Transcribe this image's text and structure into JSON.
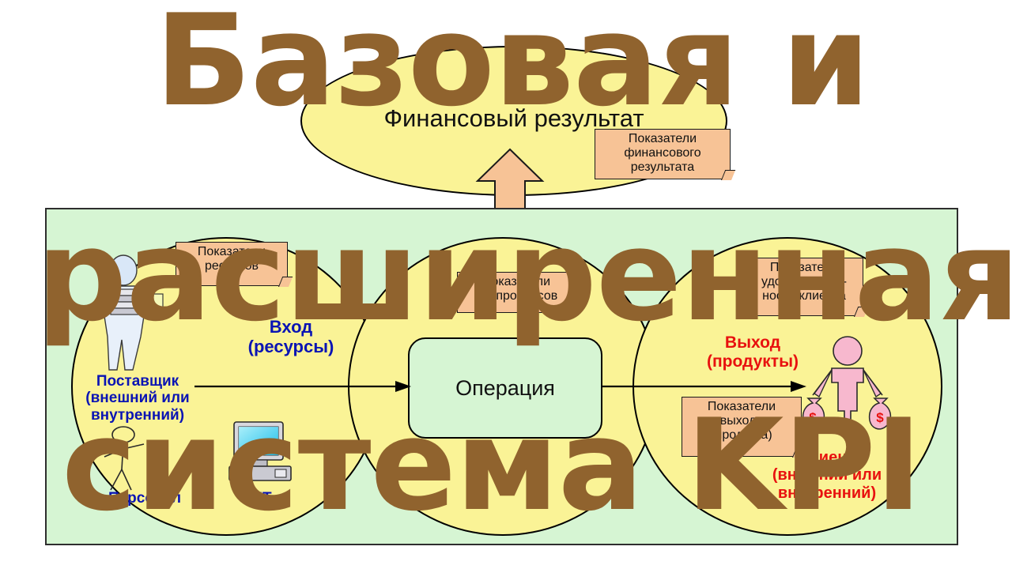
{
  "slide": {
    "overlay_title_lines": [
      "Базовая и",
      "расширенная",
      "система KPI"
    ],
    "overlay_color": "#90632E"
  },
  "finance": {
    "ellipse_label": "Финансовый результат",
    "callout": "Показатели финансового результата"
  },
  "system": {
    "panel_color": "#D6F5D3",
    "circle_color": "#FAF396"
  },
  "supplier": {
    "label": "Поставщик\n(внешний или\nвнутренний)",
    "label_l1": "Поставщик",
    "label_l2": "(внешний или",
    "label_l3": "внутренний)",
    "color": "#0A14B4"
  },
  "input": {
    "label_l1": "Вход",
    "label_l2": "(ресурсы)",
    "callout_l1": "Показатели",
    "callout_l2": "ресурсов",
    "color": "#0A14B4"
  },
  "operation": {
    "label": "Операция",
    "callout_l1": "Показатели",
    "callout_l2": "подпроцессов"
  },
  "output": {
    "label_l1": "Выход",
    "label_l2": "(продукты)",
    "callout_l1": "Показатели",
    "callout_l2": "выхода",
    "callout_l3": "(продукта)",
    "color": "#E8110F"
  },
  "client": {
    "label_l1": "Клиент",
    "label_l2": "(внешний или",
    "label_l3": "внутренний)",
    "callout_l1": "Показатели",
    "callout_l2": "удовлетворен-",
    "callout_l3": "ности клиента",
    "color": "#E8110F"
  },
  "resources": {
    "personnel_label": "Персонал",
    "it_label": "ИТ"
  },
  "icons": {
    "supplier": "person-carrying-boxes-icon",
    "personnel": "stick-person-icon",
    "it": "computer-monitor-icon",
    "client": "person-with-money-bags-icon",
    "up_arrow": "up-arrow-icon",
    "flow_arrow": "right-arrow-icon"
  },
  "money": {
    "symbol": "$"
  }
}
